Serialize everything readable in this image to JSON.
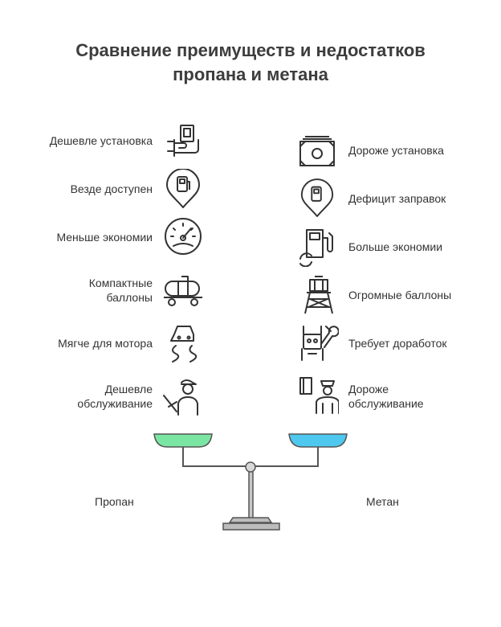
{
  "title": {
    "line1": "Сравнение преимуществ и недостатков",
    "line2": "пропана и метана"
  },
  "left": {
    "name": "Пропан",
    "color": "#7be6a3",
    "items": [
      {
        "lines": [
          "Дешевле установка"
        ],
        "icon": "hand-money-icon"
      },
      {
        "lines": [
          "Везде доступен"
        ],
        "icon": "fuel-location-pin-icon"
      },
      {
        "lines": [
          "Меньше экономии"
        ],
        "icon": "speedometer-icon"
      },
      {
        "lines": [
          "Компактные",
          "баллоны"
        ],
        "icon": "gas-tank-trailer-icon"
      },
      {
        "lines": [
          "Мягче для мотора"
        ],
        "icon": "car-road-icon"
      },
      {
        "lines": [
          "Дешевле",
          "обслуживание"
        ],
        "icon": "mechanic-icon"
      }
    ]
  },
  "right": {
    "name": "Метан",
    "color": "#4fc8ef",
    "items": [
      {
        "lines": [
          "Дороже установка"
        ],
        "icon": "money-banknote-icon"
      },
      {
        "lines": [
          "Дефицит заправок"
        ],
        "icon": "fuel-location-pin-icon"
      },
      {
        "lines": [
          "Больше экономии"
        ],
        "icon": "fuel-pump-cycle-icon"
      },
      {
        "lines": [
          "Огромные баллоны"
        ],
        "icon": "water-tower-icon"
      },
      {
        "lines": [
          "Требует доработок"
        ],
        "icon": "robot-wrench-icon"
      },
      {
        "lines": [
          "Дороже",
          "обслуживание"
        ],
        "icon": "service-worker-icon"
      }
    ]
  }
}
